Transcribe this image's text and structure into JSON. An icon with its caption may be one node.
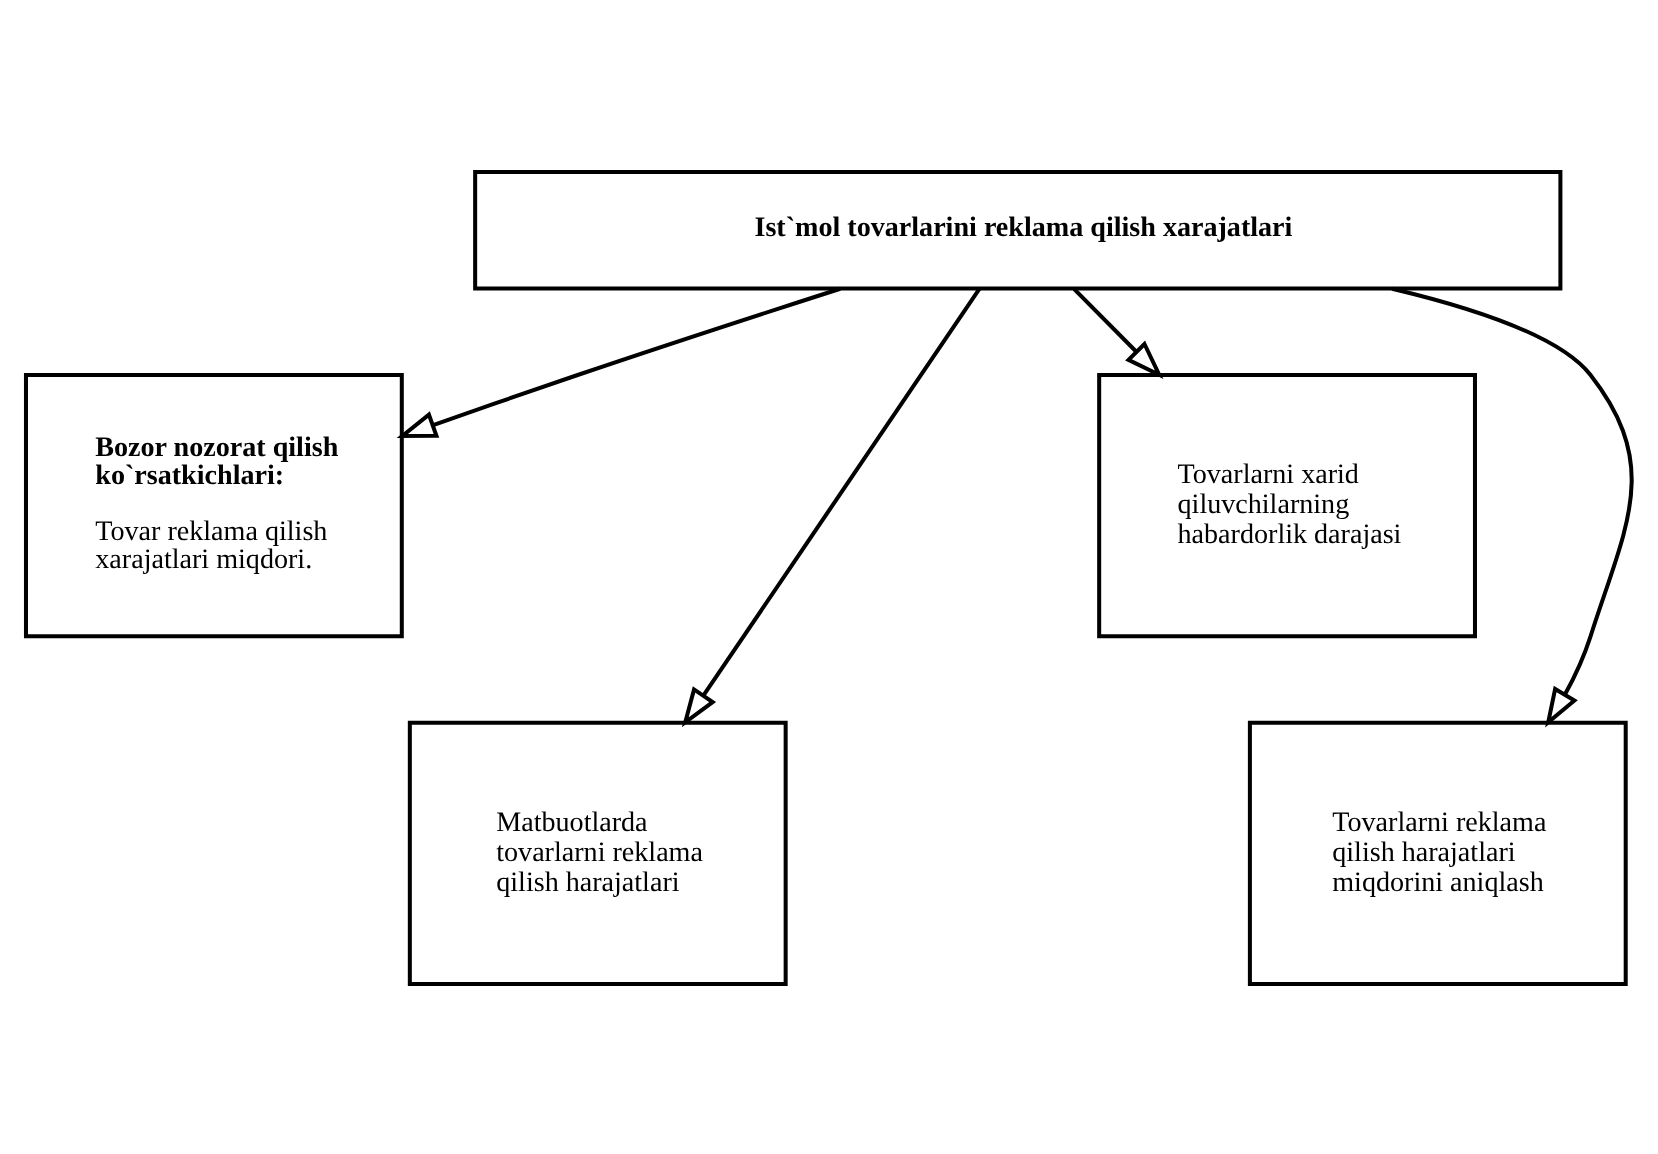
{
  "diagram": {
    "nodes": [
      {
        "text": [
          "Ist`mol tovarlarini reklama qilish xarajatlari"
        ]
      },
      {
        "text": [
          "Bozor nozorat qilish ko`rsatkichlari:",
          "Tovar reklama qilish xarajatlari miqdori."
        ]
      },
      {
        "text": [
          "Tovarlarni xarid qiluvchilarning habardorlik darajasi"
        ]
      },
      {
        "text": [
          "Matbuotlarda tovarlarni reklama qilish harajatlari"
        ]
      },
      {
        "text": [
          "Tovarlarni reklama qilish harajatlari miqdorini aniqlash"
        ]
      }
    ],
    "edges": [
      {
        "from": 0,
        "to": 1,
        "arrow": "to"
      },
      {
        "from": 0,
        "to": 2,
        "arrow": "to"
      },
      {
        "from": 0,
        "to": 3,
        "arrow": "to"
      },
      {
        "from": 0,
        "to": 4,
        "arrow": "to"
      }
    ]
  }
}
